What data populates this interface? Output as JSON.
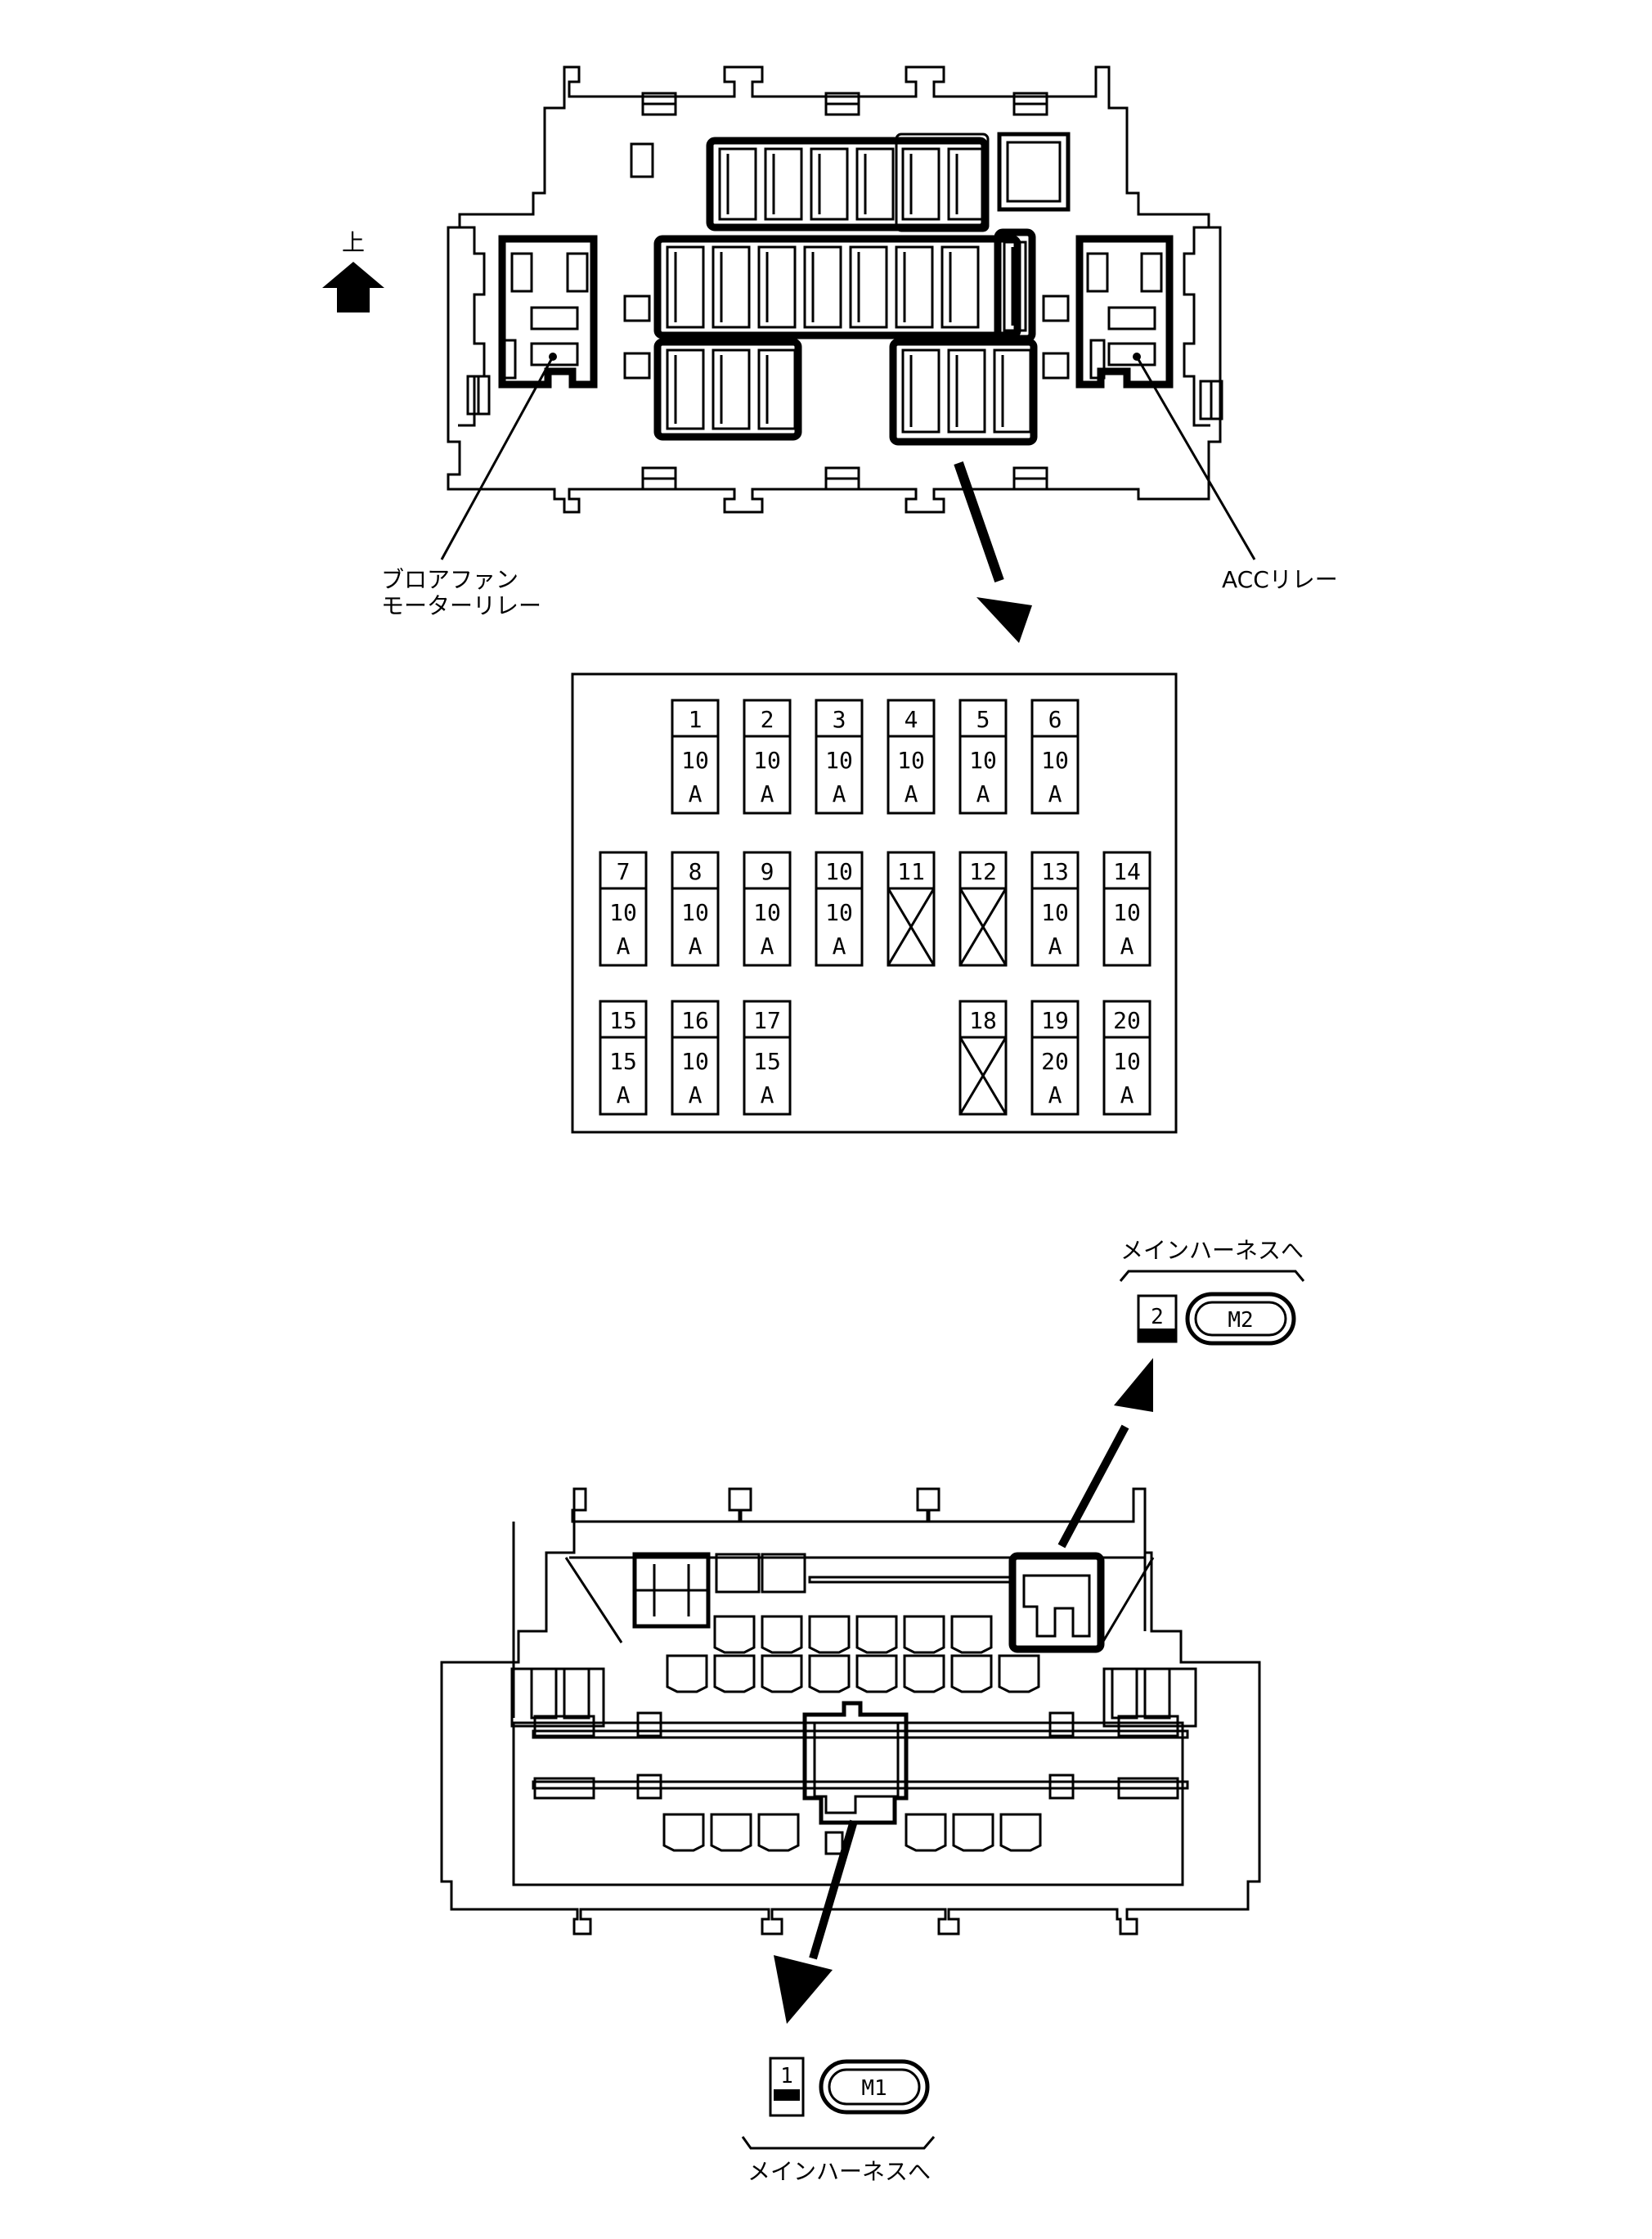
{
  "labels": {
    "up": "上",
    "blower_relay_line1": "ブロアファン",
    "blower_relay_line2": "モーターリレー",
    "acc_relay": "ACCリレー",
    "harness_top": "メインハーネスへ",
    "harness_bottom": "メインハーネスへ"
  },
  "connectors": {
    "top": {
      "number": "2",
      "code": "M2"
    },
    "bottom": {
      "number": "1",
      "code": "M1"
    }
  },
  "fuses": [
    {
      "no": "1",
      "amp": "10",
      "unit": "A"
    },
    {
      "no": "2",
      "amp": "10",
      "unit": "A"
    },
    {
      "no": "3",
      "amp": "10",
      "unit": "A"
    },
    {
      "no": "4",
      "amp": "10",
      "unit": "A"
    },
    {
      "no": "5",
      "amp": "10",
      "unit": "A"
    },
    {
      "no": "6",
      "amp": "10",
      "unit": "A"
    },
    {
      "no": "7",
      "amp": "10",
      "unit": "A"
    },
    {
      "no": "8",
      "amp": "10",
      "unit": "A"
    },
    {
      "no": "9",
      "amp": "10",
      "unit": "A"
    },
    {
      "no": "10",
      "amp": "10",
      "unit": "A"
    },
    {
      "no": "11",
      "amp": "",
      "unit": ""
    },
    {
      "no": "12",
      "amp": "",
      "unit": ""
    },
    {
      "no": "13",
      "amp": "10",
      "unit": "A"
    },
    {
      "no": "14",
      "amp": "10",
      "unit": "A"
    },
    {
      "no": "15",
      "amp": "15",
      "unit": "A"
    },
    {
      "no": "16",
      "amp": "10",
      "unit": "A"
    },
    {
      "no": "17",
      "amp": "15",
      "unit": "A"
    },
    {
      "no": "18",
      "amp": "",
      "unit": ""
    },
    {
      "no": "19",
      "amp": "20",
      "unit": "A"
    },
    {
      "no": "20",
      "amp": "10",
      "unit": "A"
    }
  ]
}
